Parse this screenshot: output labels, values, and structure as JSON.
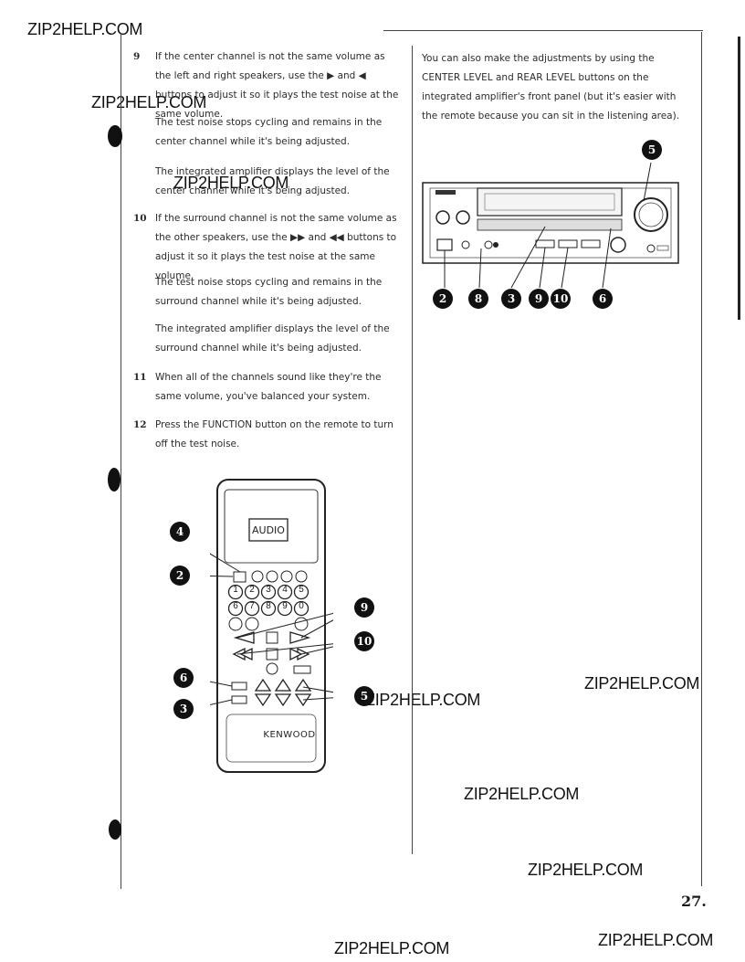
{
  "watermark": "ZIP2HELP.COM",
  "steps": [
    {
      "num": "9",
      "text": "If the center channel is not the same volume as the left and right speakers, use the ▶ and ◀ buttons to adjust it so it plays the test noise at the same volume."
    },
    {
      "num": "10",
      "text": "If the surround channel is not the same volume as the other speakers, use the ▶▶ and ◀◀ buttons to adjust it so it plays the test noise at the same volume."
    },
    {
      "num": "11",
      "text": "When all of the channels sound like they're the same volume, you've balanced your system."
    },
    {
      "num": "12",
      "text": "Press the FUNCTION button on the remote to turn off the test noise."
    }
  ],
  "notes": {
    "center_cycling": "The test noise stops cycling and remains in the center channel while it's being adjusted.",
    "center_display": "The integrated amplifier displays the level of the center channel while it's being adjusted.",
    "surround_cycling": "The test noise stops cycling and remains in the surround channel while it's being adjusted.",
    "surround_display": "The integrated amplifier displays the level of the surround channel while it's being adjusted."
  },
  "right_text": "You can also make the adjustments by using the CENTER LEVEL and REAR LEVEL buttons on the integrated amplifier's front panel (but it's easier with the remote because you can sit in the listening area).",
  "amp_callouts": [
    "5",
    "2",
    "8",
    "3",
    "9",
    "10",
    "6"
  ],
  "remote": {
    "display": "AUDIO",
    "brand": "KENWOOD",
    "number_keys": [
      "1",
      "2",
      "3",
      "4",
      "5",
      "6",
      "7",
      "8",
      "9",
      "0"
    ],
    "callouts": [
      "4",
      "2",
      "9",
      "10",
      "6",
      "5",
      "3"
    ]
  },
  "page_number": "27."
}
